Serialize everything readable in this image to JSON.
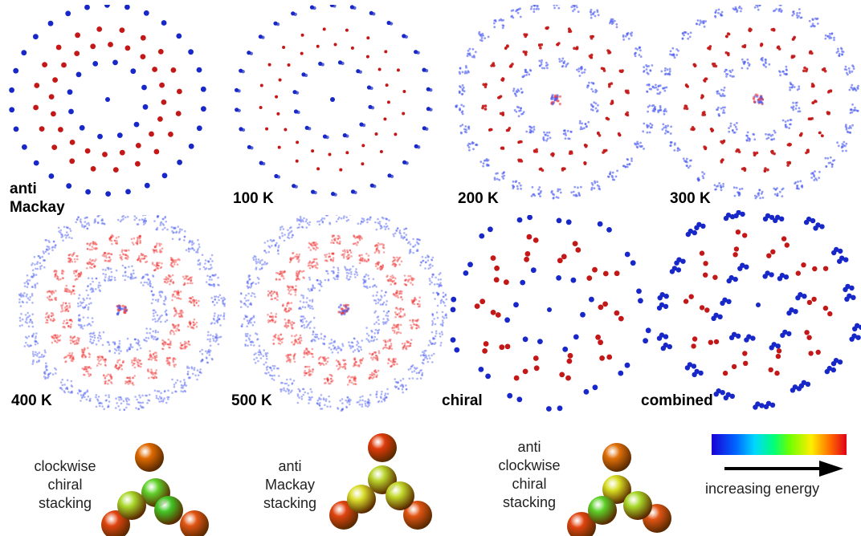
{
  "panels": [
    {
      "label": "anti\nMackay",
      "style": "solid",
      "inner_red": 20,
      "outer_red": 20,
      "inner_blue": 12,
      "outer_blue": 30
    },
    {
      "label": "100 K",
      "style": "small",
      "inner_red": 20,
      "outer_red": 20,
      "inner_blue": 12,
      "outer_blue": 30
    },
    {
      "label": "200 K",
      "style": "fuzzy",
      "inner_red": 20,
      "outer_red": 20,
      "inner_blue": 12,
      "outer_blue": 30
    },
    {
      "label": "300 K",
      "style": "fuzzy",
      "inner_red": 20,
      "outer_red": 20,
      "inner_blue": 12,
      "outer_blue": 30
    },
    {
      "label": "400 K",
      "style": "cloud",
      "inner_red": 20,
      "outer_red": 20,
      "inner_blue": 12,
      "outer_blue": 30
    },
    {
      "label": "500 K",
      "style": "cloud",
      "inner_red": 20,
      "outer_red": 20,
      "inner_blue": 12,
      "outer_blue": 30
    },
    {
      "label": "chiral",
      "style": "chiral",
      "inner_red": 20,
      "outer_red": 20,
      "inner_blue": 12,
      "outer_blue": 30
    },
    {
      "label": "combined",
      "style": "combined",
      "inner_red": 20,
      "outer_red": 20,
      "inner_blue": 12,
      "outer_blue": 30
    }
  ],
  "stacking": [
    {
      "label": "clockwise\nchiral\nstacking",
      "colors": [
        "#e06a00",
        "#5fd02a",
        "#a8d82a",
        "#42c826",
        "#e04410",
        "#e05414"
      ]
    },
    {
      "label": "anti\nMackay\nstacking",
      "colors": [
        "#e03a0a",
        "#b8d42a",
        "#d8dc2a",
        "#c2d82a",
        "#e04410",
        "#e05414"
      ]
    },
    {
      "label": "anti\nclockwise\nchiral\nstacking",
      "colors": [
        "#e0700a",
        "#d6dc22",
        "#a8d82a",
        "#5cd028",
        "#e04410",
        "#e05414"
      ]
    }
  ],
  "legend": {
    "label": "increasing energy"
  },
  "colors": {
    "red_atom": "#c41818",
    "blue_atom": "#1828c8",
    "cloud_blue": "#4a5af0",
    "cloud_red": "#f03a3a"
  }
}
